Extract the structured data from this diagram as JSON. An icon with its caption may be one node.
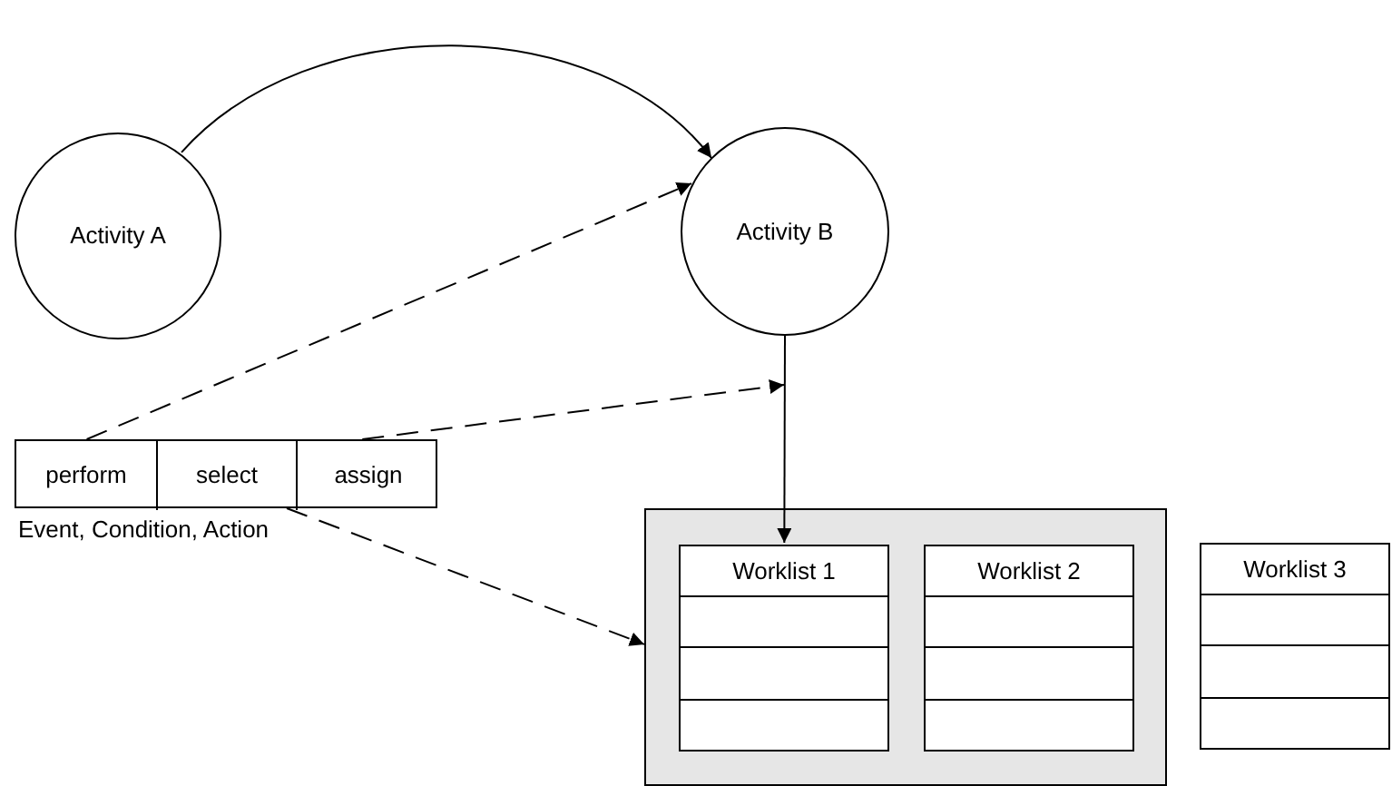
{
  "diagram": {
    "nodes": [
      {
        "text": [
          "Activity A"
        ]
      },
      {
        "text": [
          "Activity B"
        ]
      },
      {
        "text": [],
        "shape": "box",
        "beside": [
          "Event, Condition, Action"
        ]
      },
      {
        "text": [
          "perform"
        ],
        "in": 2
      },
      {
        "text": [
          "select"
        ],
        "in": 2
      },
      {
        "text": [
          "assign"
        ],
        "in": 2
      },
      {
        "text": [],
        "shape": "box"
      },
      {
        "text": [
          "Worklist 1"
        ],
        "in": 6
      },
      {
        "text": [
          "Worklist 2"
        ],
        "in": 6
      },
      {
        "text": [
          "Worklist 3"
        ]
      }
    ],
    "edges": [
      {
        "from": 0,
        "to": 1,
        "arrow": "to"
      },
      {
        "from": 3,
        "to": 1,
        "arrow": "to",
        "style": "dashed"
      },
      {
        "from": 5,
        "to": null,
        "arrow": "to",
        "style": "dashed"
      },
      {
        "from": 4,
        "to": 6,
        "arrow": "to",
        "style": "dashed"
      },
      {
        "from": 1,
        "to": 7,
        "arrow": "to"
      }
    ]
  }
}
